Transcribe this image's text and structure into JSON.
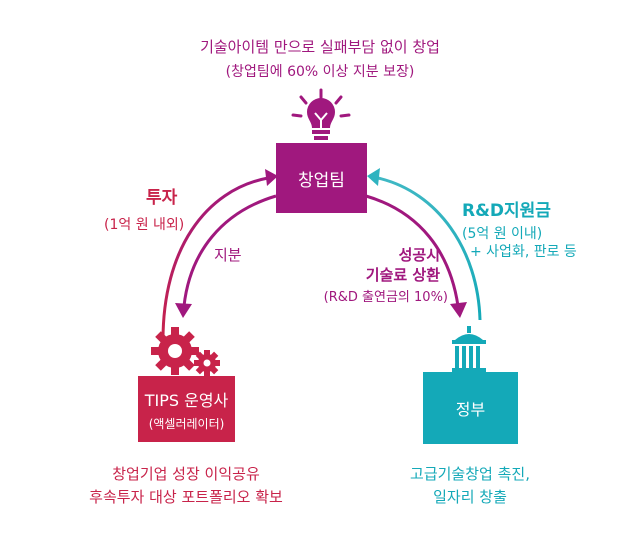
{
  "top_caption": {
    "line1": "기술아이템 만으로 실패부담 없이 창업",
    "line2": "(창업팀에 60% 이상 지분 보장)"
  },
  "nodes": {
    "team": {
      "label": "창업팀"
    },
    "tips": {
      "label": "TIPS 운영사",
      "sub": "(액셀러레이터)"
    },
    "gov": {
      "label": "정부"
    }
  },
  "flows": {
    "investment": {
      "title": "투자",
      "detail": "(1억 원 내외)"
    },
    "equity": {
      "label": "지분"
    },
    "repayment": {
      "line1": "성공시",
      "line2": "기술료 상환",
      "detail": "(R&D 출연금의 10%)"
    },
    "rnd": {
      "title": "R&D지원금",
      "detail1": "(5억 원 이내)",
      "detail2": "+ 사업화, 판로 등"
    }
  },
  "tips_caption": {
    "line1": "창업기업 성장 이익공유",
    "line2": "후속투자 대상 포트폴리오 확보"
  },
  "gov_caption": {
    "line1": "고급기술창업 촉진,",
    "line2": "일자리 창출"
  },
  "colors": {
    "magenta": "#a0187e",
    "crimson": "#c8234a",
    "teal": "#14a9b8",
    "gray_text": "#444444"
  }
}
